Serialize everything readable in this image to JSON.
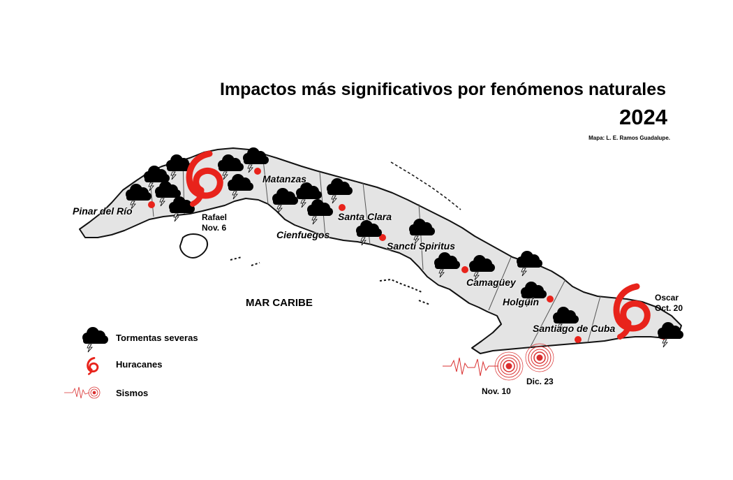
{
  "header": {
    "title": "Impactos más significativos por fenómenos naturales",
    "year": "2024",
    "credit": "Mapa: L. E. Ramos Guadalupe."
  },
  "sea_label": "MAR CARIBE",
  "cities": [
    {
      "name": "Pinar del Río"
    },
    {
      "name": "Matanzas"
    },
    {
      "name": "Cienfuegos"
    },
    {
      "name": "Santa Clara"
    },
    {
      "name": "Sancti Spiritus"
    },
    {
      "name": "Camagüey"
    },
    {
      "name": "Holguín"
    },
    {
      "name": "Santiago de Cuba"
    }
  ],
  "hurricanes": [
    {
      "name": "Rafael",
      "date": "Nov. 6"
    },
    {
      "name": "Oscar",
      "date": "Oct. 20"
    }
  ],
  "earthquakes": [
    {
      "date": "Nov. 10"
    },
    {
      "date": "Dic. 23"
    }
  ],
  "legend": [
    {
      "label": "Tormentas severas",
      "icon": "storm-cloud-icon"
    },
    {
      "label": "Huracanes",
      "icon": "hurricane-icon"
    },
    {
      "label": "Sismos",
      "icon": "earthquake-icon"
    }
  ],
  "colors": {
    "land": "#e4e4e4",
    "outline": "#111111",
    "city_dot": "#e8231b",
    "hurricane": "#e8231b",
    "seismic": "#d93030"
  }
}
